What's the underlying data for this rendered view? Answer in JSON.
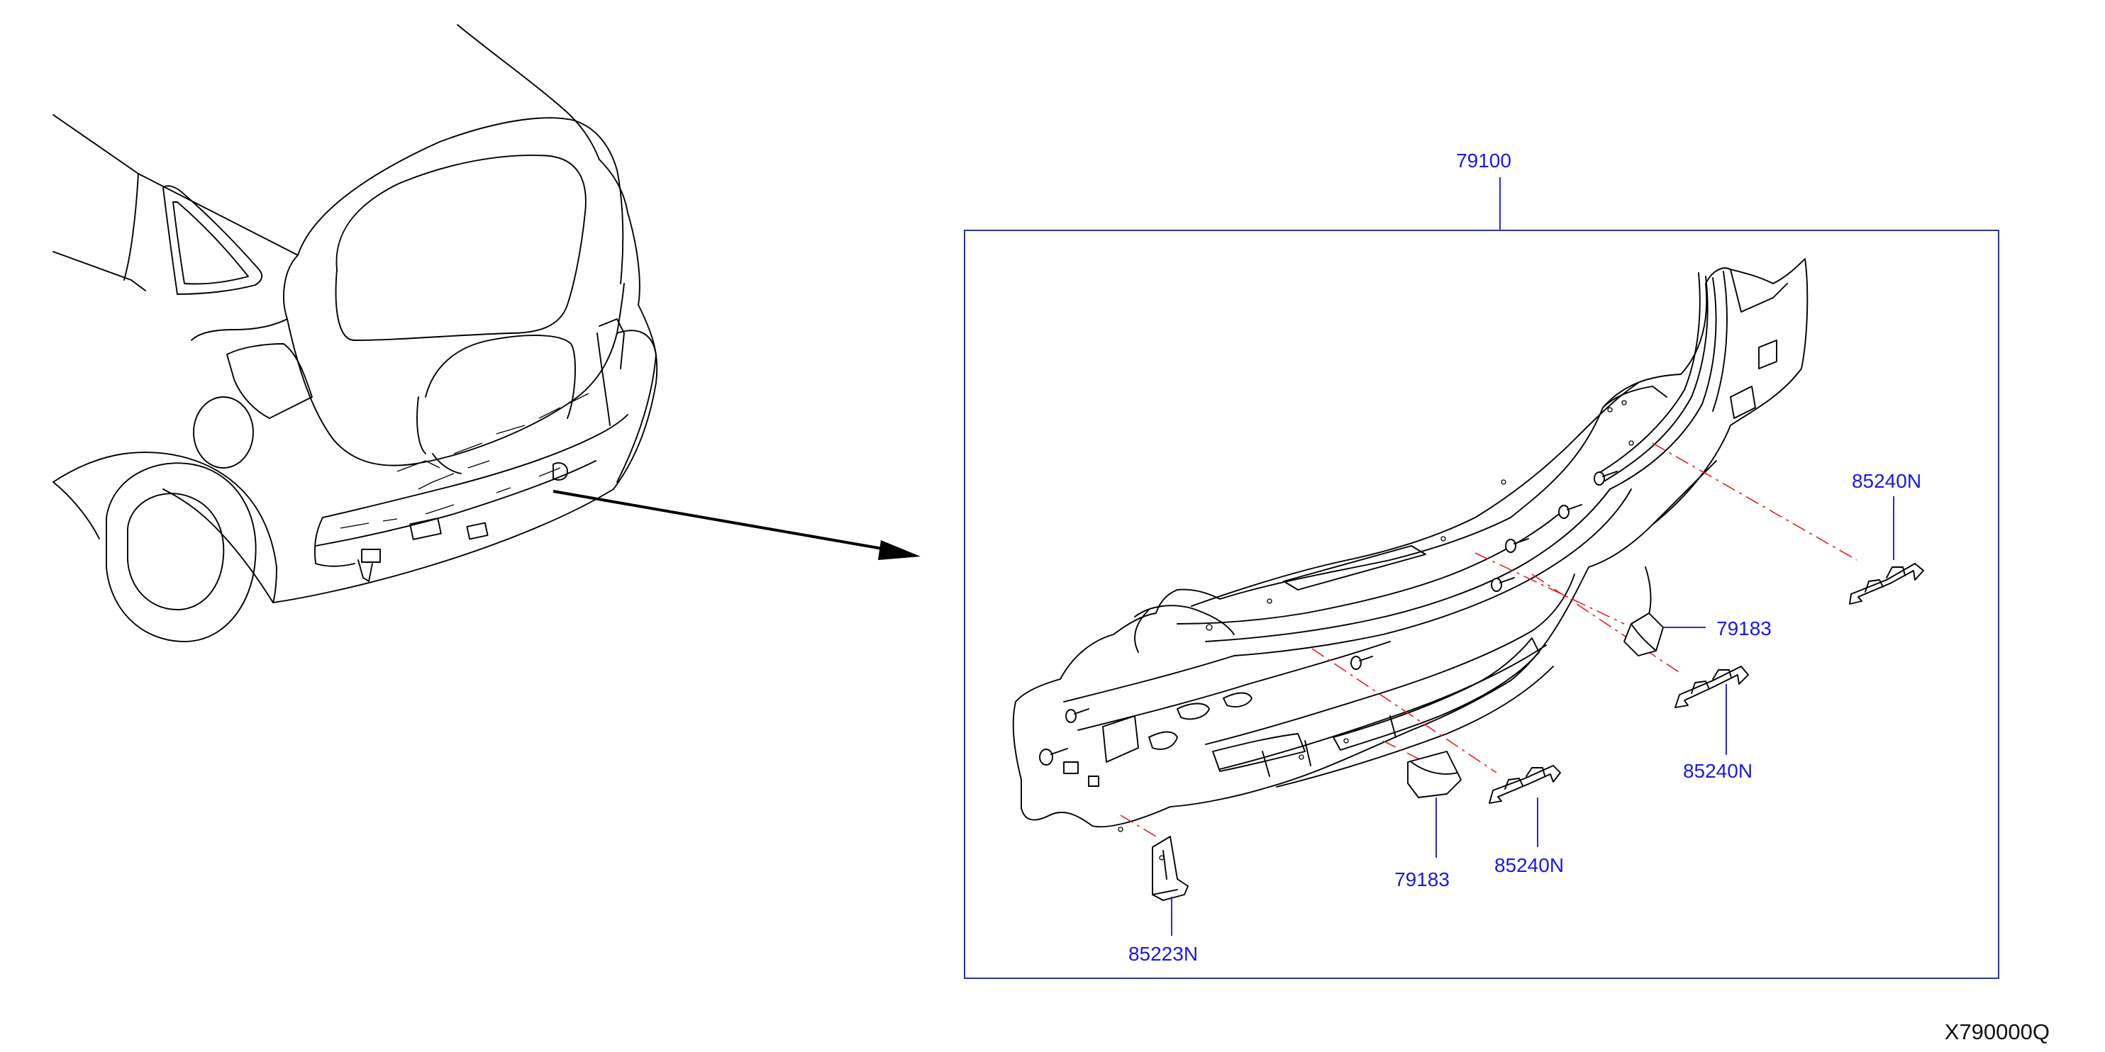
{
  "assembly": {
    "part_number": "79100"
  },
  "callouts": [
    {
      "part_number": "85240N"
    },
    {
      "part_number": "79183"
    },
    {
      "part_number": "85240N"
    },
    {
      "part_number": "79183"
    },
    {
      "part_number": "85240N"
    },
    {
      "part_number": "85223N"
    }
  ],
  "diagram_code": "X790000Q",
  "colors": {
    "callout": "#1a1ad6",
    "leader": "#2a2ad0",
    "dash_line": "#e52020",
    "frame": "#2a3a8a"
  }
}
